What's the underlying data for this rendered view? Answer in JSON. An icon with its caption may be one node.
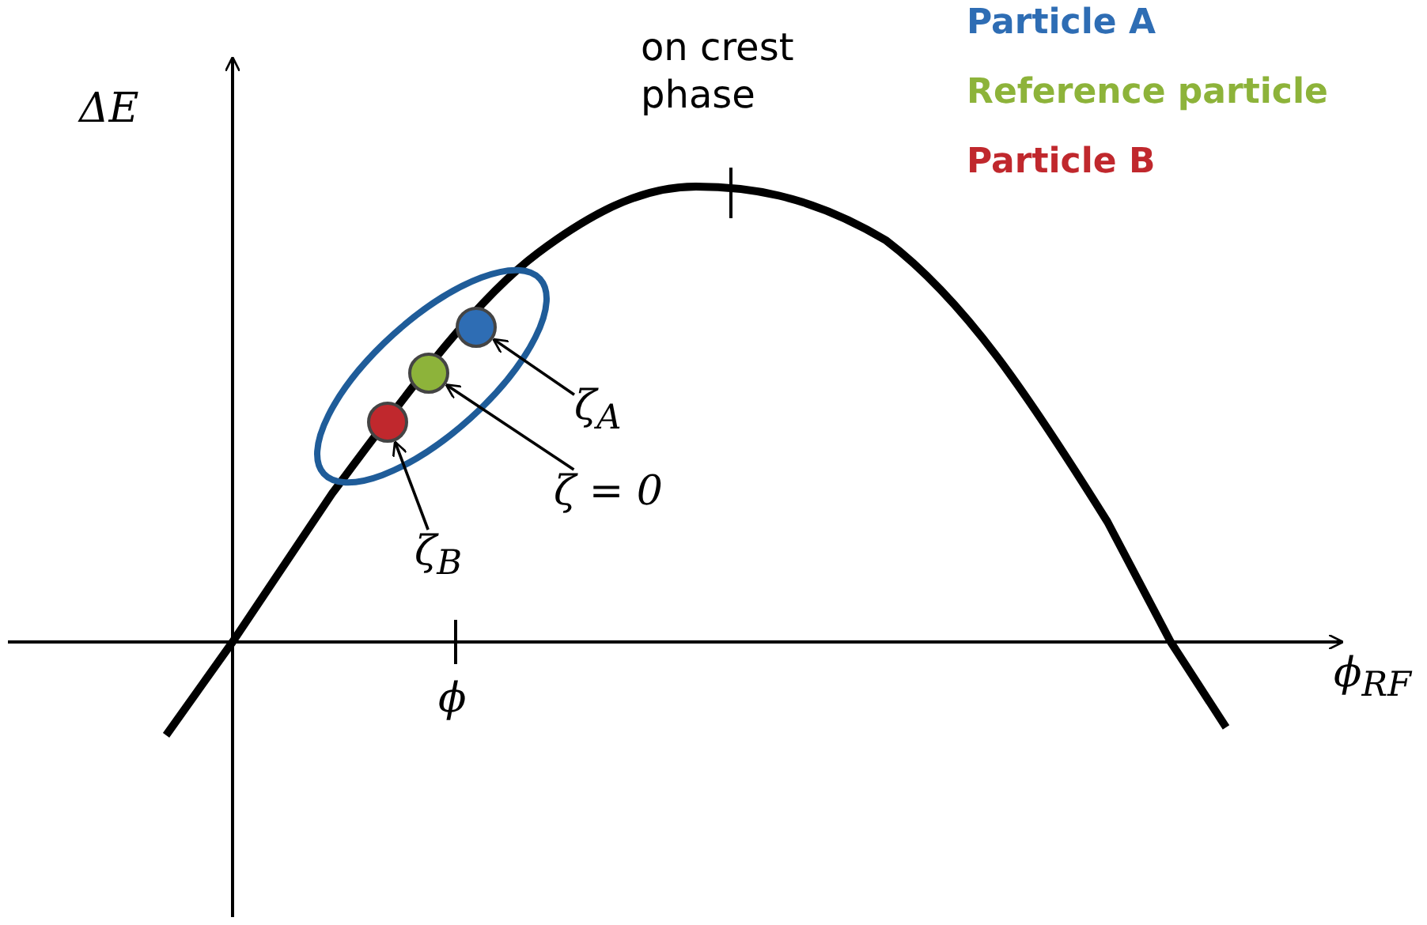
{
  "diagram": {
    "nodes": [
      {
        "text": [],
        "shape": "circle"
      },
      {
        "text": [],
        "shape": "circle"
      },
      {
        "text": [],
        "shape": "circle"
      },
      {
        "text": [
          "ζ$_{A}$"
        ]
      },
      {
        "text": [
          "ζ = 0"
        ]
      },
      {
        "text": [
          "ζ$_{B}$"
        ]
      }
    ],
    "edges": [
      {
        "from": 3,
        "to": 0,
        "arrow": "to"
      },
      {
        "from": 4,
        "to": 1,
        "arrow": "to"
      },
      {
        "from": 5,
        "to": 2,
        "arrow": "to"
      }
    ],
    "labels": [
      "ΔE",
      "on crest phase",
      "ϕ",
      "ϕ$_{RF}$"
    ],
    "legend": [
      {
        "text": "Particle A",
        "color": "#2e6db4"
      },
      {
        "text": "Reference particle",
        "color": "#8db33a"
      },
      {
        "text": "Particle B",
        "color": "#c0282d"
      }
    ]
  }
}
